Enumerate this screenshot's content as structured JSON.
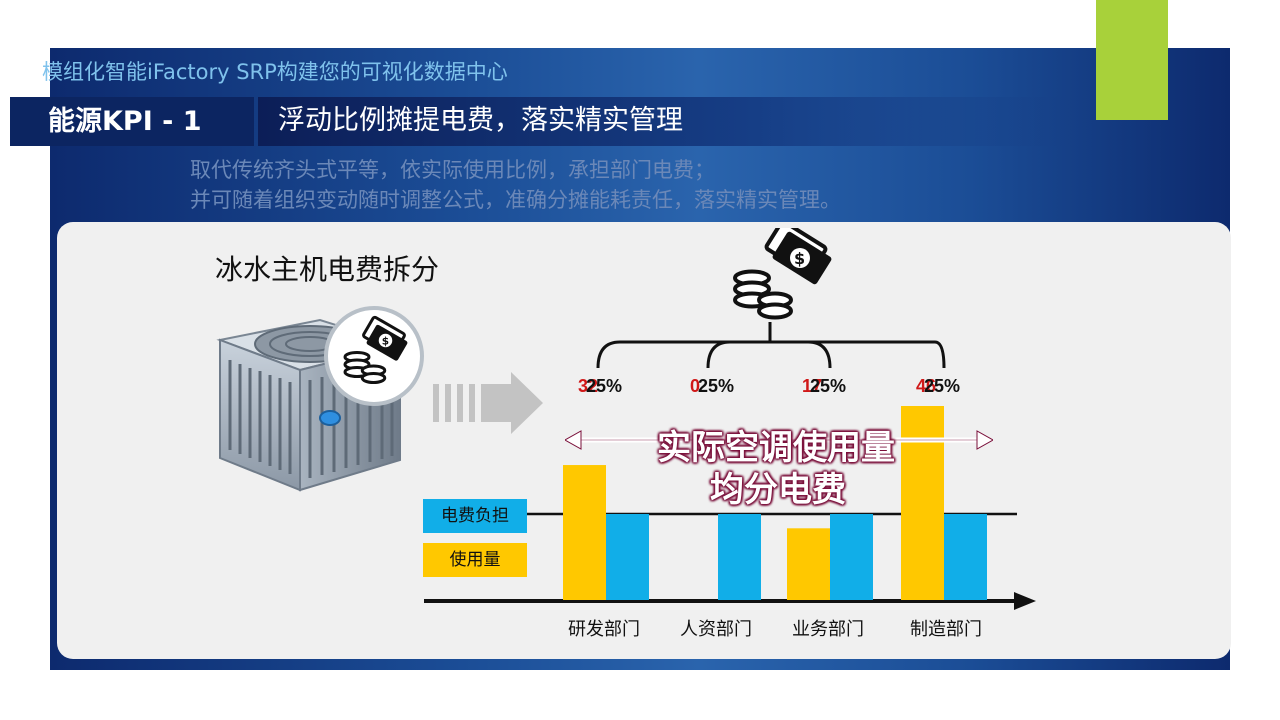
{
  "header": {
    "subtitle": "模组化智能iFactory SRP构建您的可视化数据中心",
    "kpi_label": "能源KPI - 1",
    "title": "浮动比例摊提电费，落实精实管理"
  },
  "description": {
    "line1": "取代传统齐头式平等，依实际使用比例，承担部门电费；",
    "line2": "并可随着组织变动随时调整公式，准确分摊能耗责任，落实精实管理。"
  },
  "panel": {
    "title": "冰水主机电费拆分",
    "overlay_line1": "实际空调使用量",
    "overlay_line2": "均分电费",
    "icons": [
      "air-conditioner-icon",
      "money-icon",
      "arrow-right-icon",
      "brace-icon"
    ]
  },
  "legend": {
    "blue_label": "电费负担",
    "yellow_label": "使用量"
  },
  "colors": {
    "blue": "#11aee8",
    "yellow": "#ffc800",
    "red_label": "#d01818",
    "accent_green": "#a8d13a",
    "navy": "#0c2561"
  },
  "chart_data": {
    "type": "bar",
    "categories": [
      "研发部门",
      "人资部门",
      "业务部门",
      "制造部门"
    ],
    "series": [
      {
        "name": "使用量",
        "values": [
          32,
          0,
          17,
          46
        ]
      },
      {
        "name": "电费负担",
        "values": [
          25,
          25,
          25,
          25
        ]
      }
    ],
    "labels": [
      {
        "red": "32",
        "black": "25%"
      },
      {
        "red": "0",
        "black": "25%"
      },
      {
        "red": "17",
        "black": "25%"
      },
      {
        "red": "46",
        "black": "25%"
      }
    ],
    "ylim": [
      0,
      60
    ],
    "grid": false
  }
}
